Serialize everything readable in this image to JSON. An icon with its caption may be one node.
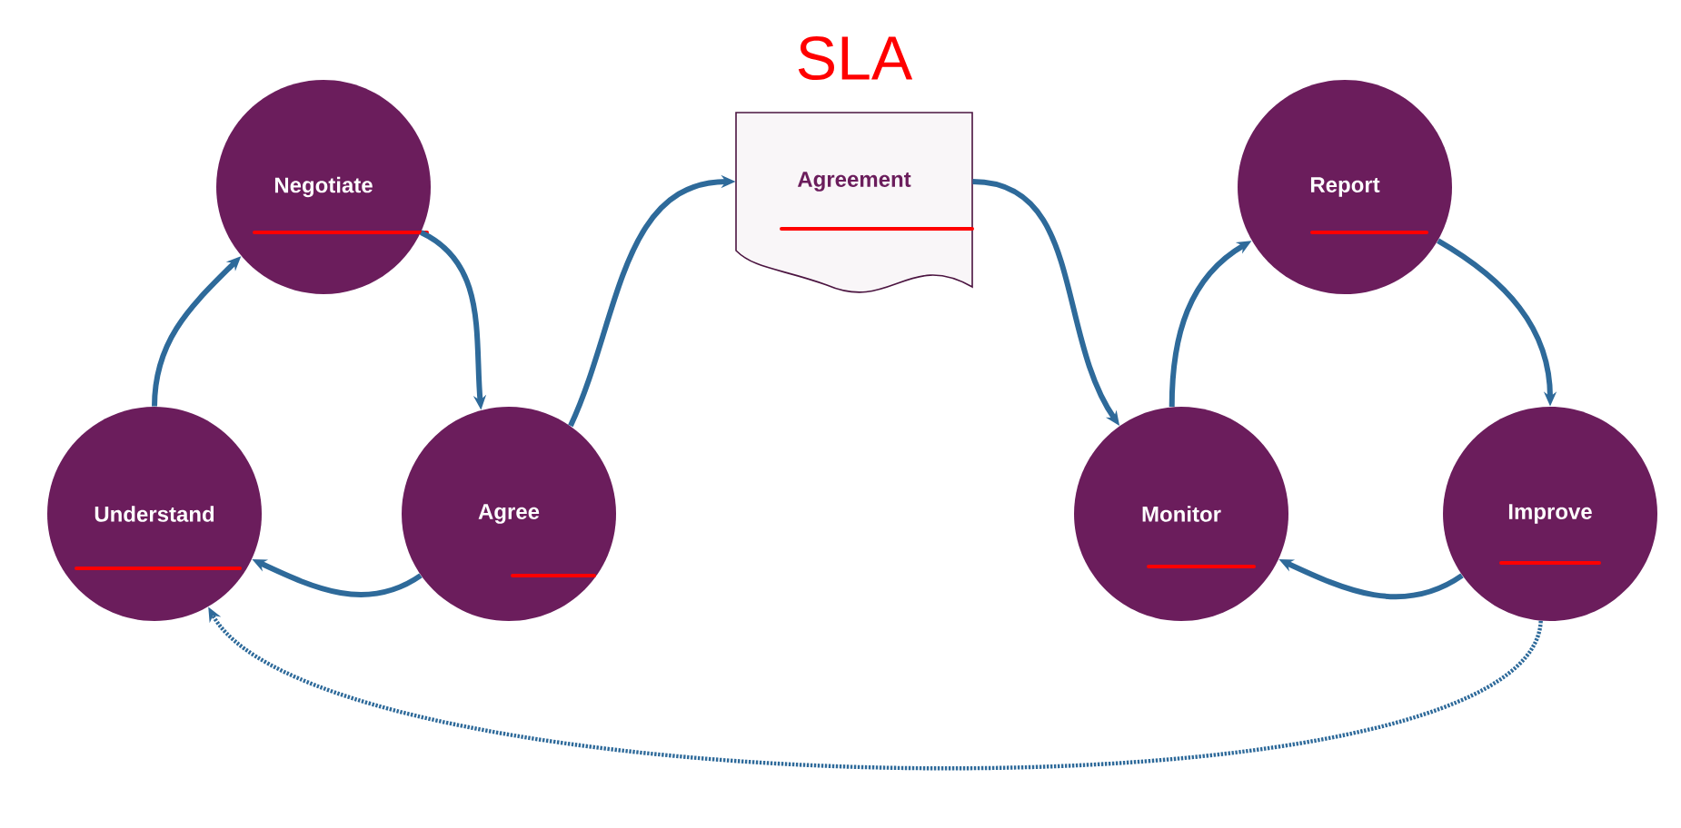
{
  "diagram": {
    "nodes": [
      {
        "text": [
          "Negotiate"
        ]
      },
      {
        "text": [
          "Understand"
        ]
      },
      {
        "text": [
          "Agree"
        ]
      },
      {
        "text": [
          "Agreement"
        ]
      },
      {
        "text": [
          "Report"
        ]
      },
      {
        "text": [
          "Monitor"
        ]
      },
      {
        "text": [
          "Improve"
        ]
      }
    ],
    "edges": [
      {
        "from": 1,
        "to": 0,
        "arrow": "to"
      },
      {
        "from": 0,
        "to": 2,
        "arrow": "to"
      },
      {
        "from": 2,
        "to": 1,
        "arrow": "to"
      },
      {
        "from": 2,
        "to": 3,
        "arrow": "to"
      },
      {
        "from": 3,
        "to": 5,
        "arrow": "to"
      },
      {
        "from": 5,
        "to": 4,
        "arrow": "to"
      },
      {
        "from": 4,
        "to": 6,
        "arrow": "to"
      },
      {
        "from": 6,
        "to": 5,
        "arrow": "to"
      },
      {
        "from": 6,
        "to": 1,
        "arrow": "to",
        "style": "dashed"
      }
    ],
    "labels": [
      "SLA"
    ]
  }
}
